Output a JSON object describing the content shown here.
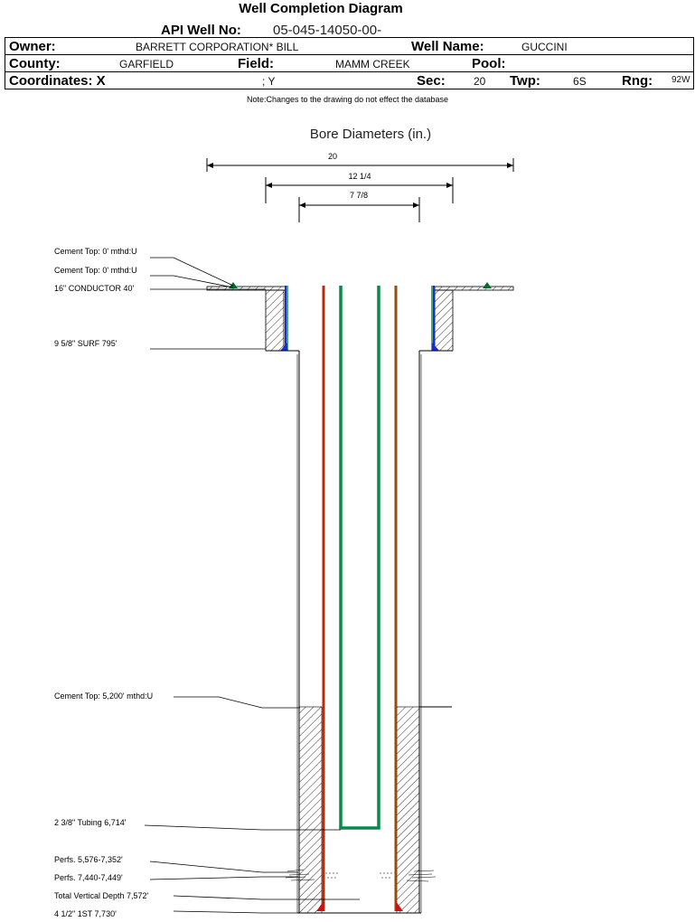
{
  "header": {
    "title": "Well Completion Diagram",
    "api_label": "API Well No:",
    "api_value": "05-045-14050-00-",
    "owner_label": "Owner:",
    "owner_value": "BARRETT CORPORATION* BILL",
    "well_name_label": "Well Name:",
    "well_name_value": "GUCCINI",
    "county_label": "County:",
    "county_value": "GARFIELD",
    "field_label": "Field:",
    "field_value": "MAMM CREEK",
    "pool_label": "Pool:",
    "pool_value": "",
    "coordinates_label": "Coordinates: X",
    "coordinates_y": "; Y",
    "sec_label": "Sec:",
    "sec_value": "20",
    "twp_label": "Twp:",
    "twp_value": "6S",
    "rng_label": "Rng:",
    "rng_value": "92W"
  },
  "note": "Note:Changes to the drawing do not effect the database",
  "bore": {
    "title": "Bore Diameters (in.)",
    "diameters": [
      "20",
      "12 1/4",
      "7 7/8"
    ]
  },
  "callouts": [
    "Cement Top: 0' mthd:U",
    "Cement Top: 0' mthd:U",
    "16\" CONDUCTOR  40'",
    "9 5/8\" SURF      795'",
    "Cement Top: 5,200' mthd:U",
    "2 3/8\" Tubing 6,714'",
    "Perfs. 5,576-7,352'",
    "Perfs. 7,440-7,449'",
    "Total Vertical Depth 7,572'",
    "4 1/2\" 1ST       7,730'"
  ],
  "colors": {
    "casing_red": "#c0280a",
    "casing_brown": "#9a4a0a",
    "tubing_green": "#0a8a4a",
    "conductor_blue": "#1a2adc",
    "marker_green": "#0a6a2a",
    "cement_hatch": "#000000"
  }
}
